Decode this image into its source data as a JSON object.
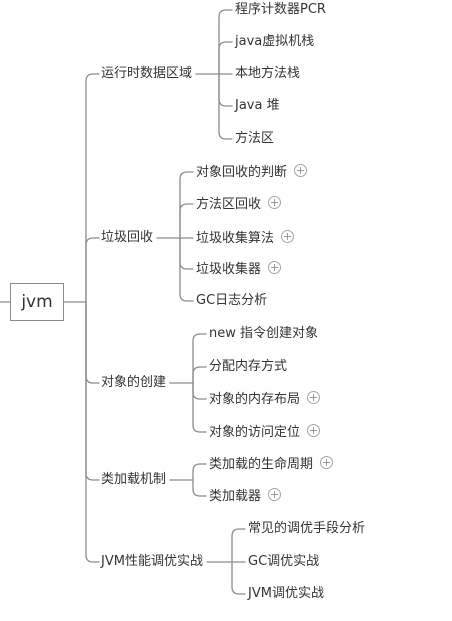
{
  "root": {
    "label": "jvm"
  },
  "branches": [
    {
      "label": "运行时数据区域",
      "children": [
        {
          "label": "程序计数器PCR",
          "collapsed": false
        },
        {
          "label": "java虚拟机栈",
          "collapsed": false
        },
        {
          "label": "本地方法栈",
          "collapsed": false
        },
        {
          "label": "Java 堆",
          "collapsed": false
        },
        {
          "label": "方法区",
          "collapsed": false
        }
      ]
    },
    {
      "label": "垃圾回收",
      "children": [
        {
          "label": "对象回收的判断",
          "collapsed": true
        },
        {
          "label": "方法区回收",
          "collapsed": true
        },
        {
          "label": "垃圾收集算法",
          "collapsed": true
        },
        {
          "label": "垃圾收集器",
          "collapsed": true
        },
        {
          "label": "GC日志分析",
          "collapsed": false
        }
      ]
    },
    {
      "label": "对象的创建",
      "children": [
        {
          "label": "new 指令创建对象",
          "collapsed": false
        },
        {
          "label": "分配内存方式",
          "collapsed": false
        },
        {
          "label": "对象的内存布局",
          "collapsed": true
        },
        {
          "label": "对象的访问定位",
          "collapsed": true
        }
      ]
    },
    {
      "label": "类加载机制",
      "children": [
        {
          "label": "类加载的生命周期",
          "collapsed": true
        },
        {
          "label": "类加载器",
          "collapsed": true
        }
      ]
    },
    {
      "label": "JVM性能调优实战",
      "children": [
        {
          "label": "常见的调优手段分析",
          "collapsed": false
        },
        {
          "label": "GC调优实战",
          "collapsed": false
        },
        {
          "label": "JVM调优实战",
          "collapsed": false
        }
      ]
    }
  ],
  "colors": {
    "line": "#8c8c8c",
    "text": "#333333",
    "background": "#ffffff"
  },
  "icons": {
    "collapsed_marker": "plus-circle-icon"
  }
}
